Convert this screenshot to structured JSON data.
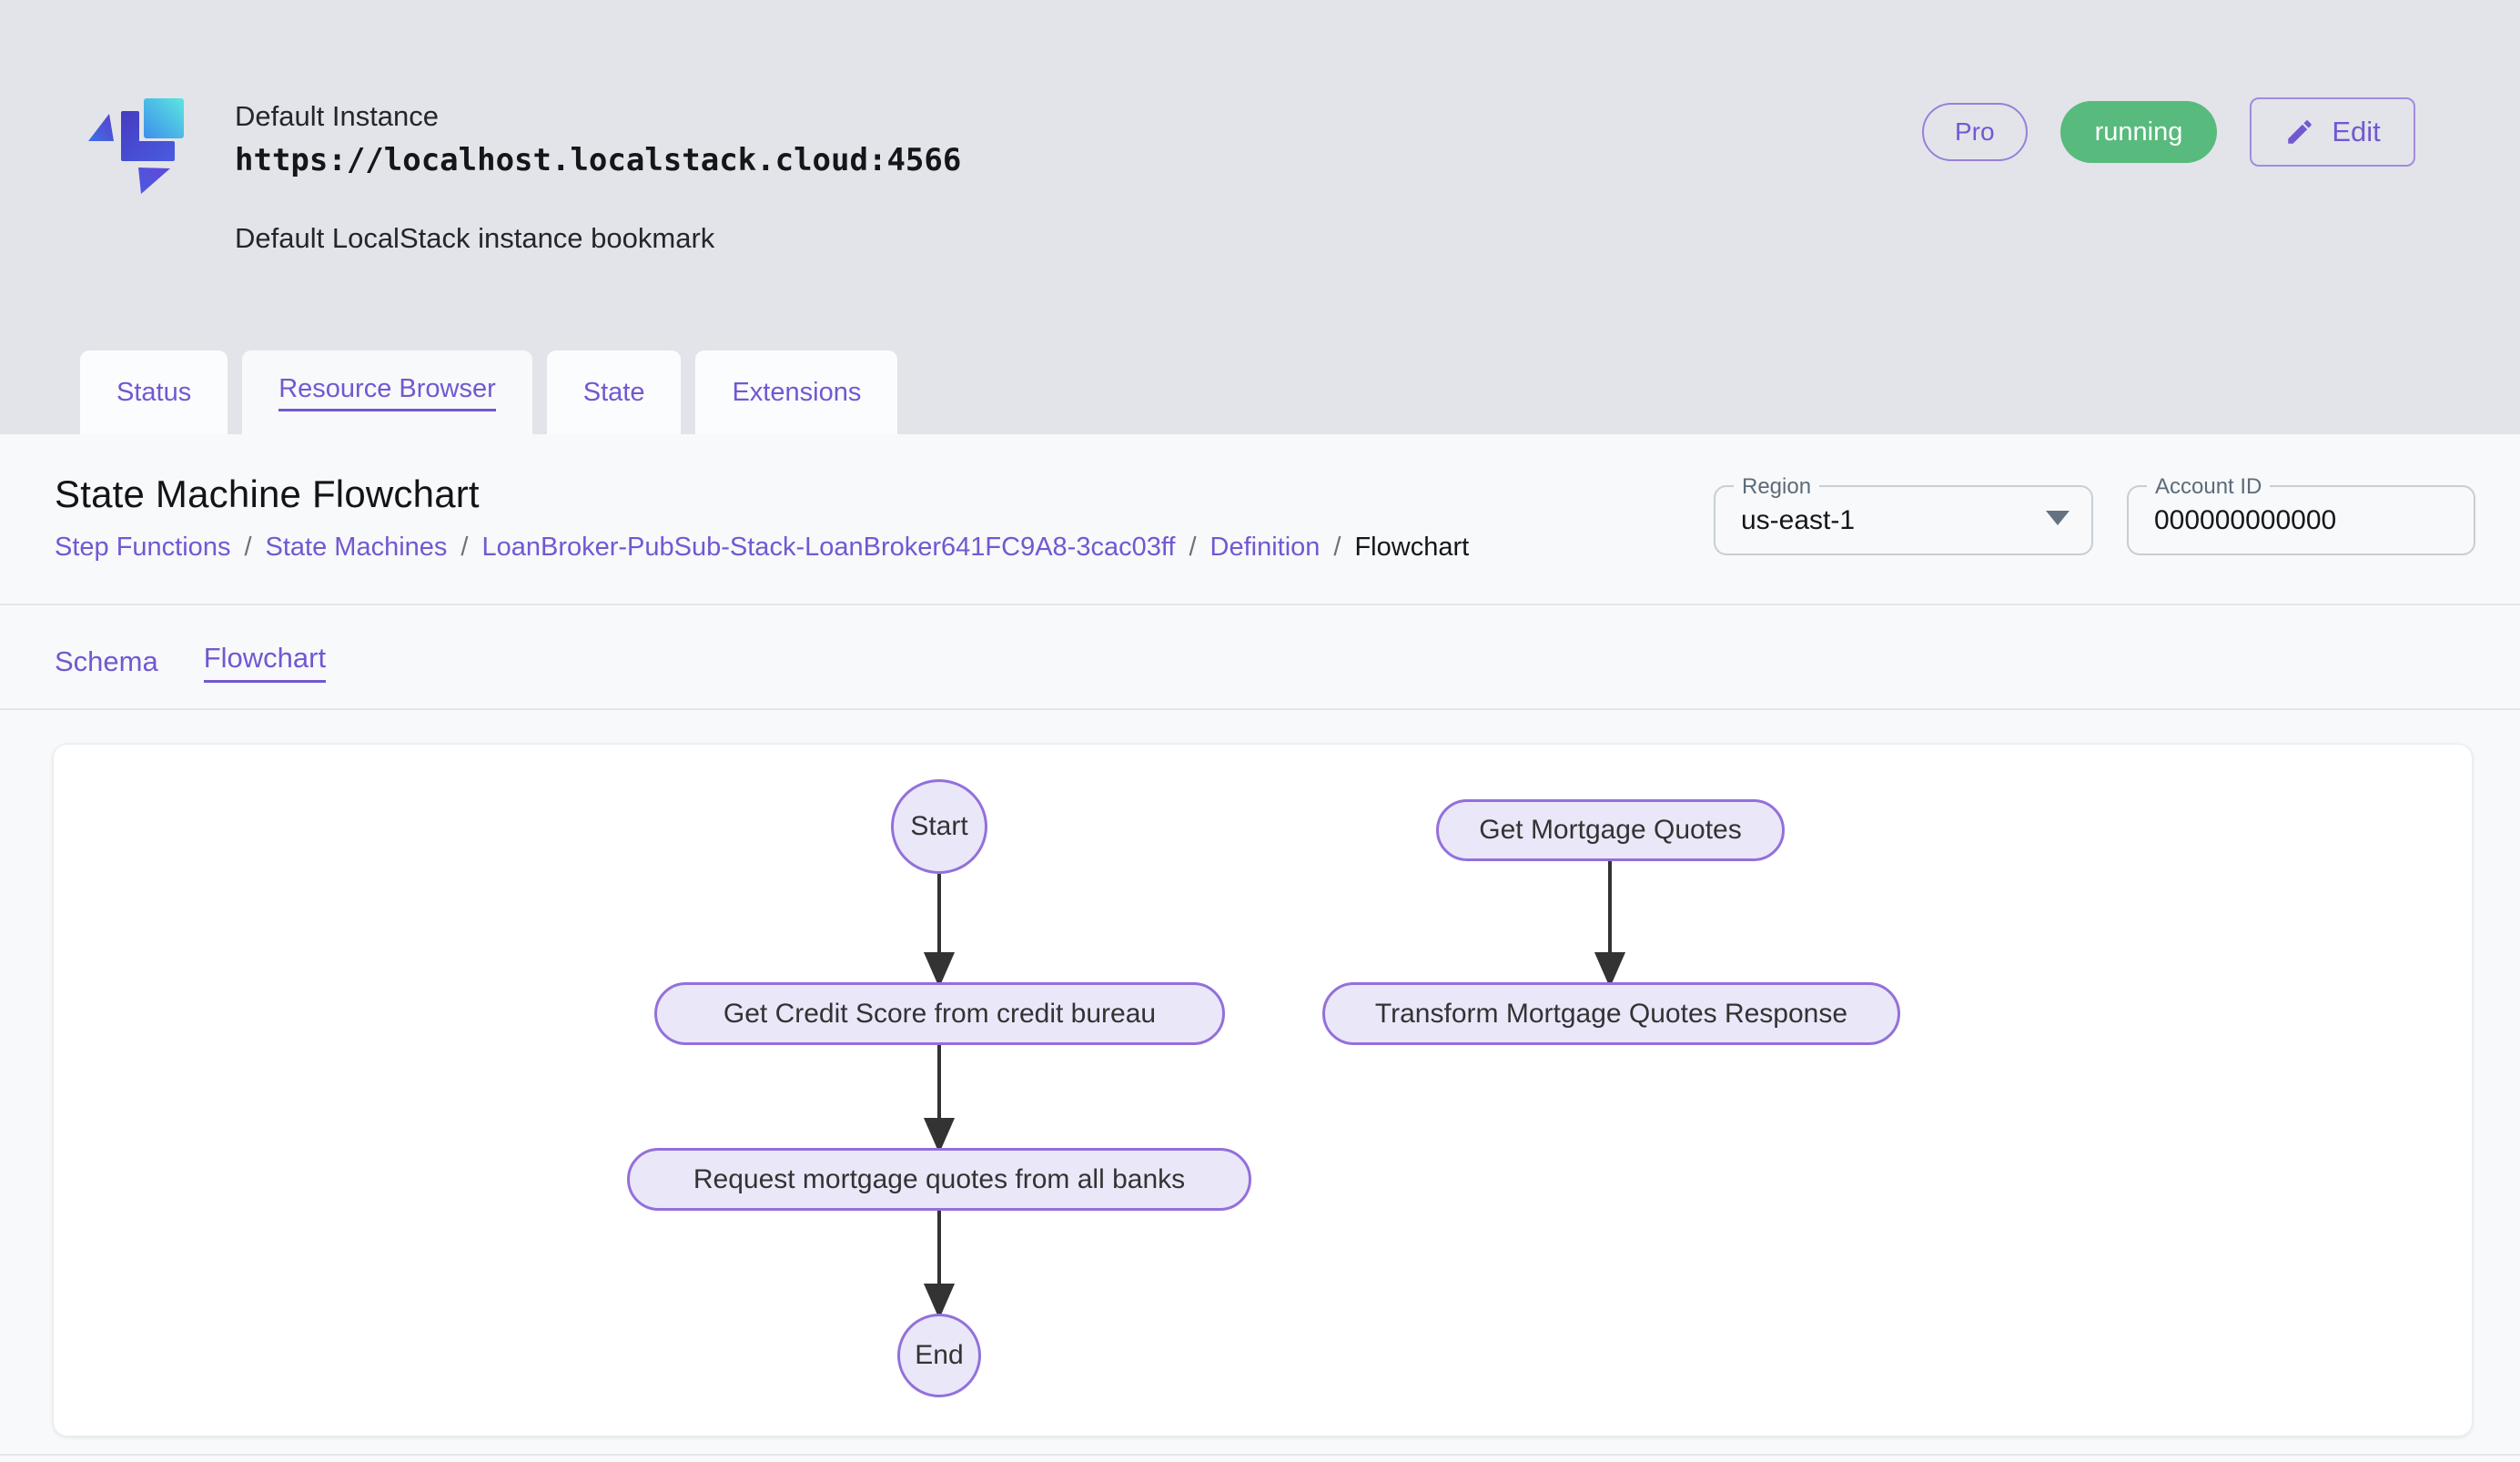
{
  "header": {
    "instance_label": "Default Instance",
    "instance_url": "https://localhost.localstack.cloud:4566",
    "instance_description": "Default LocalStack instance bookmark",
    "pro_chip": "Pro",
    "status_chip": "running",
    "edit_button": "Edit",
    "colors": {
      "accent_purple": "#7258D1",
      "status_green": "#58BA7C"
    }
  },
  "tabs": [
    {
      "label": "Status",
      "active": false
    },
    {
      "label": "Resource Browser",
      "active": true
    },
    {
      "label": "State",
      "active": false
    },
    {
      "label": "Extensions",
      "active": false
    }
  ],
  "page": {
    "title": "State Machine Flowchart",
    "breadcrumb_separator": "/",
    "breadcrumb": [
      {
        "label": "Step Functions",
        "link": true
      },
      {
        "label": "State Machines",
        "link": true
      },
      {
        "label": "LoanBroker-PubSub-Stack-LoanBroker641FC9A8-3cac03ff",
        "link": true
      },
      {
        "label": "Definition",
        "link": true
      },
      {
        "label": "Flowchart",
        "link": false
      }
    ],
    "region": {
      "label": "Region",
      "value": "us-east-1"
    },
    "account": {
      "label": "Account ID",
      "value": "000000000000"
    }
  },
  "subtabs": [
    {
      "label": "Schema",
      "active": false
    },
    {
      "label": "Flowchart",
      "active": true
    }
  ],
  "flowchart": {
    "nodes": [
      {
        "id": "start",
        "label": "Start",
        "shape": "circle"
      },
      {
        "id": "credit",
        "label": "Get Credit Score from credit bureau",
        "shape": "stadium"
      },
      {
        "id": "request",
        "label": "Request mortgage quotes from all banks",
        "shape": "stadium"
      },
      {
        "id": "end",
        "label": "End",
        "shape": "circle"
      },
      {
        "id": "getquotes",
        "label": "Get Mortgage Quotes",
        "shape": "stadium"
      },
      {
        "id": "transform",
        "label": "Transform Mortgage Quotes Response",
        "shape": "stadium"
      }
    ],
    "edges": [
      {
        "from": "start",
        "to": "credit"
      },
      {
        "from": "credit",
        "to": "request"
      },
      {
        "from": "request",
        "to": "end"
      },
      {
        "from": "getquotes",
        "to": "transform"
      }
    ],
    "colors": {
      "node_fill": "#EAE7F9",
      "node_stroke": "#9370DB",
      "edge": "#333333"
    }
  }
}
